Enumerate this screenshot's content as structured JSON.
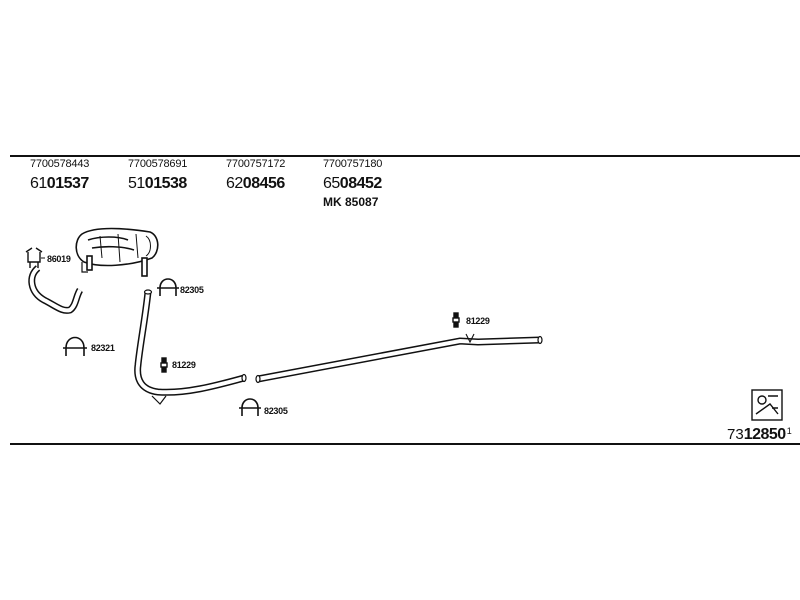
{
  "parts": [
    {
      "oe": "7700578443",
      "prefix": "61",
      "number": "01537"
    },
    {
      "oe": "7700578691",
      "prefix": "51",
      "number": "01538"
    },
    {
      "oe": "7700757172",
      "prefix": "62",
      "number": "08456"
    },
    {
      "oe": "7700757180",
      "prefix": "65",
      "number": "08452",
      "extra": "MK  85087"
    }
  ],
  "callouts": {
    "clamp_86019": "86019",
    "clamp_82305_top": "82305",
    "clamp_82321": "82321",
    "mount_81229_left": "81229",
    "mount_81229_right": "81229",
    "clamp_82305_bottom": "82305"
  },
  "diagram_id": {
    "prefix": "73",
    "number": "12850",
    "suffix": "1"
  }
}
